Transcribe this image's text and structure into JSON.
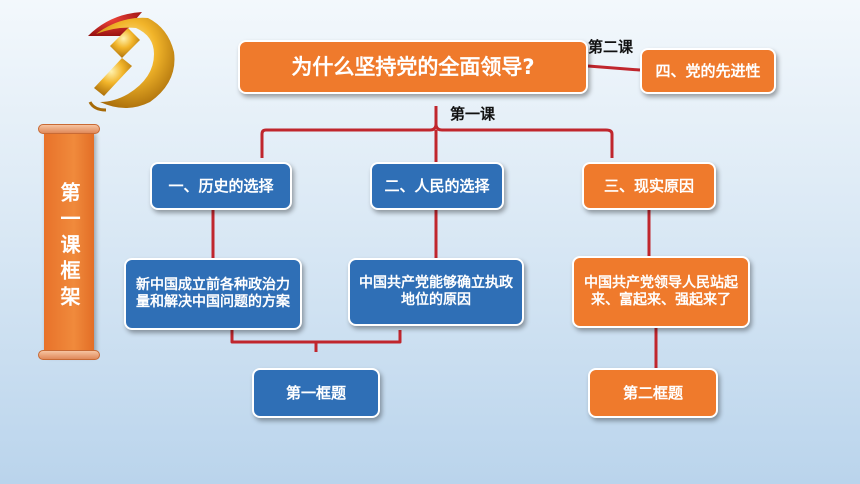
{
  "emblem": {
    "icon": "party-emblem-icon"
  },
  "sidebar": {
    "title": "第一课框架"
  },
  "title_box": {
    "text": "为什么坚持党的全面领导?"
  },
  "lesson_labels": {
    "lesson1": "第一课",
    "lesson2": "第二课"
  },
  "level1": {
    "history": "一、历史的选择",
    "people": "二、人民的选择",
    "reality": "三、现实原因",
    "advanced": "四、党的先进性"
  },
  "level2": {
    "history_detail": "新中国成立前各种政治力量和解决中国问题的方案",
    "people_detail": "中国共产党能够确立执政地位的原因",
    "reality_detail": "中国共产党领导人民站起来、富起来、强起来了"
  },
  "level3": {
    "frame1": "第一框题",
    "frame2": "第二框题"
  },
  "colors": {
    "blue": "#2f6fb6",
    "orange": "#ef7a2c",
    "connector": "#c0262d"
  }
}
